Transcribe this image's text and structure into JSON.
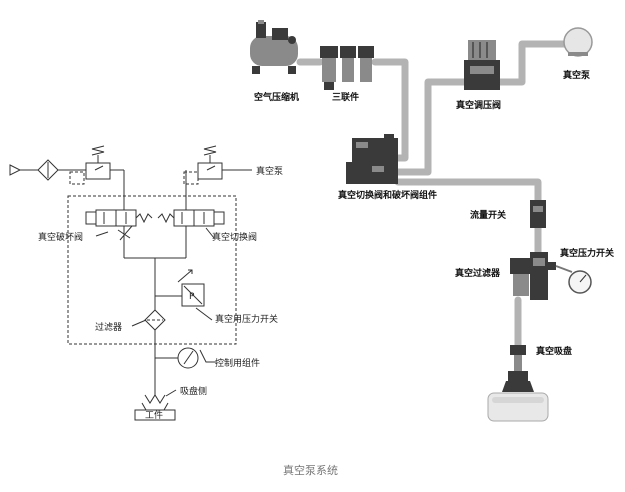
{
  "schematic": {
    "labels": {
      "vacuum_pump": "真空泵",
      "break_valve": "真空破坏阀",
      "switch_valve": "真空切换阀",
      "filter": "过滤器",
      "pressure_switch": "真空用压力开关",
      "control_group": "控制用组件",
      "cup_side": "吸盘侧",
      "workpiece": "工件",
      "p_symbol": "P"
    }
  },
  "pictorial": {
    "labels": {
      "air_compressor": "空气压缩机",
      "frl_unit": "三联件",
      "vacuum_regulator": "真空调压阀",
      "vacuum_pump": "真空泵",
      "switch_break_group": "真空切换阀和破坏阀组件",
      "flow_switch": "流量开关",
      "vacuum_pressure_switch": "真空压力开关",
      "vacuum_filter": "真空过滤器",
      "suction_cup": "真空吸盘"
    }
  },
  "caption": "真空泵系统"
}
